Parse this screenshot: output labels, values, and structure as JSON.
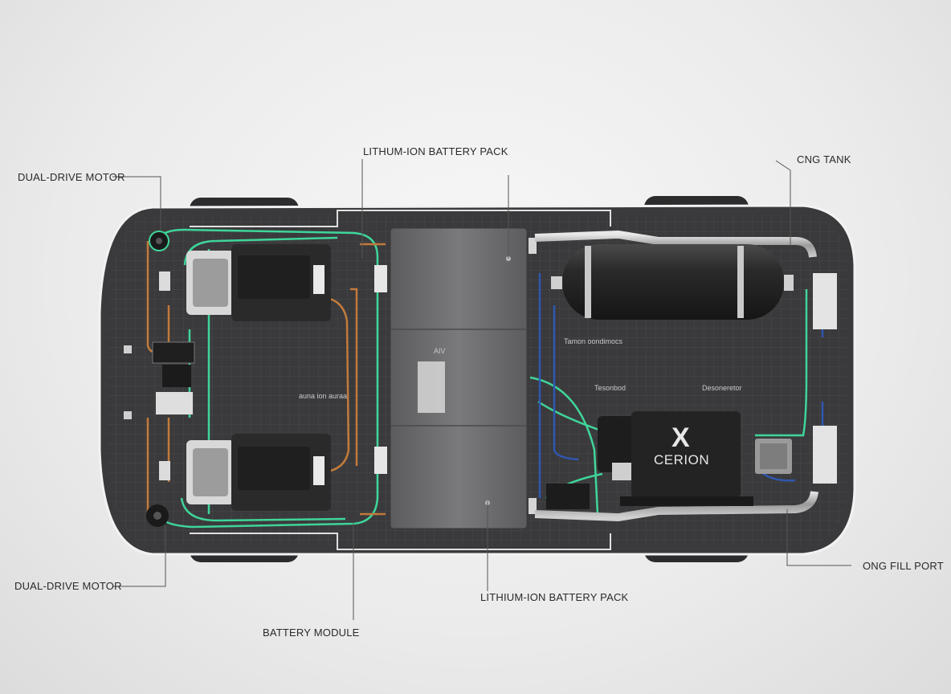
{
  "labels": {
    "dual_drive_motor_top": "DUAL-DRIVE MOTOR",
    "battery_pack_top": "LITHUM-ION BATTERY PACK",
    "cng_tank": "CNG TANK",
    "dual_drive_motor_bottom": "DUAL-DRIVE MOTOR",
    "battery_pack_bottom": "LITHIUM-ION BATTERY PACK",
    "battery_module": "BATTERY MODULE",
    "cng_fill_port": "ONG FILL PORT"
  },
  "engine_badge": {
    "logo": "X",
    "name": "CERION"
  },
  "inner_text": {
    "battery_mark": "AIV",
    "tank_plate": "Tamon oondimocs",
    "engine_tag_left": "Tesonbod",
    "engine_tag_right": "Desoneretor",
    "center_plate": "auna ion auraa"
  },
  "colors": {
    "chassis": "#3a3a3c",
    "coolant_green": "#3fd59a",
    "orange_line": "#c27a3a",
    "blue_line": "#2f57b0",
    "battery_gray": "#6e6e70"
  },
  "icons": [
    "fan-icon",
    "connector-icon",
    "motor-icon",
    "tank-icon",
    "engine-icon",
    "battery-icon"
  ]
}
